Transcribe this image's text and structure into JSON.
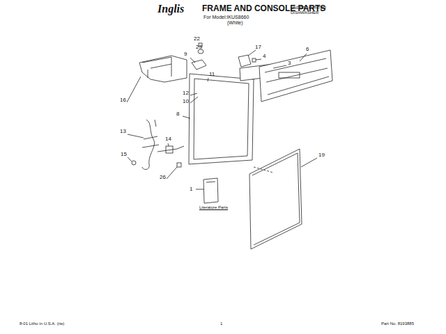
{
  "diagram": {
    "title": "FRAME AND CONSOLE PARTS",
    "labels": [
      "Inglis",
      "For Model:IKUS8660",
      "(White)",
      "UNDERCOUNTER",
      "DISHWASHER",
      "22",
      "23",
      "9",
      "11",
      "12",
      "10",
      "8",
      "16",
      "17",
      "4",
      "3",
      "6",
      "13",
      "14",
      "15",
      "26",
      "1",
      "19",
      "Literature Parts",
      "8-01 Litho in U.S.A. (rie)",
      "1",
      "Part No. 8193885"
    ]
  }
}
